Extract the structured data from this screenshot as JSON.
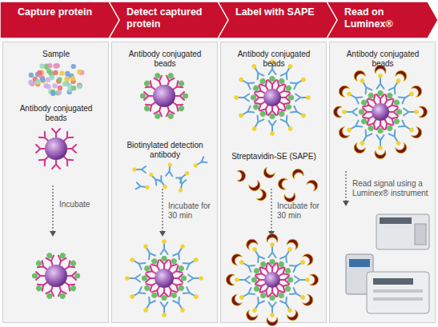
{
  "diagram": {
    "nodes": [
      {
        "text": [
          "Capture protein"
        ]
      },
      {
        "text": [
          "Detect captured protein"
        ]
      },
      {
        "text": [
          "Label with SAPE"
        ]
      },
      {
        "text": [
          "Read on Luminex®"
        ]
      }
    ],
    "labels": [
      "Sample",
      "Antibody conjugated beads",
      "Incubate",
      "Antibody conjugated beads",
      "Biotinylated detection antibody",
      "Incubate for 30 min",
      "Antibody conjugated beads",
      "Streptavidin-SE (SAPE)",
      "Incubate for 30 min",
      "Antibody conjugated beads",
      "Read signal using a Luminex® instrument"
    ]
  }
}
